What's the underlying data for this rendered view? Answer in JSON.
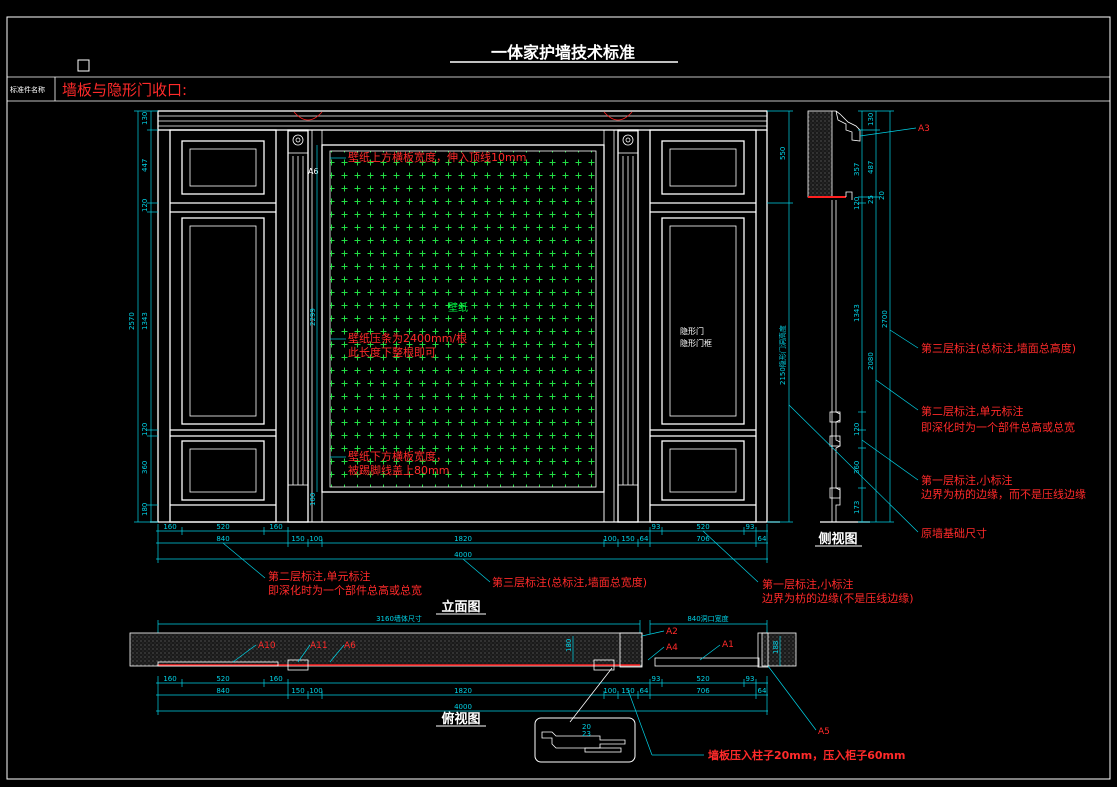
{
  "sheet": {
    "title": "一体家护墙技术标准",
    "row_label": "标准件名称",
    "section_title": "墙板与隐形门收口:"
  },
  "elevation": {
    "caption": "立面图",
    "wallpaper_label": "壁纸",
    "door_label_1": "隐形门",
    "door_label_2": "隐形门框",
    "marker_a6": "A6",
    "notes": [
      "壁纸上方横板宽度，伸入顶线10mm",
      "壁纸压条为2400mm/根",
      "此长度下整根即可",
      "壁纸下方横板宽度，",
      "被踢脚线盖上80mm"
    ],
    "left_dims": [
      "130",
      "447",
      "120",
      "1343",
      "120",
      "360",
      "180"
    ],
    "left_total": "2570",
    "right_dims": [
      "550",
      "2150隐形门洞高度"
    ],
    "inner_dim": "2299",
    "post_dim": "100",
    "bottom_row1": [
      "160",
      "520",
      "160",
      "93",
      "520",
      "93"
    ],
    "bottom_row2": [
      "840",
      "150",
      "100",
      "1820",
      "100",
      "150",
      "64",
      "706",
      "64"
    ],
    "bottom_total": "4000"
  },
  "side": {
    "caption": "侧视图",
    "marker": "A3",
    "dims_inner": [
      "357",
      "120",
      "1343",
      "120",
      "360",
      "173"
    ],
    "dims_outer": [
      "130",
      "487",
      "2080",
      "2700"
    ],
    "small_dims": [
      "25",
      "20"
    ]
  },
  "plan": {
    "caption": "俯视图",
    "top_left_dim": "3160墙体尺寸",
    "top_right_dim": "840洞口宽度",
    "markers": [
      "A10",
      "A11",
      "A6",
      "A2",
      "A4",
      "A1",
      "A5"
    ],
    "depth_dims": [
      "180",
      "188"
    ],
    "detail_dims": [
      "20",
      "23"
    ],
    "bottom_row1": [
      "160",
      "520",
      "160",
      "93",
      "520",
      "93"
    ],
    "bottom_row2": [
      "840",
      "150",
      "100",
      "1820",
      "100",
      "150",
      "64",
      "706",
      "64"
    ],
    "bottom_total": "4000"
  },
  "annotations": {
    "elev_layer2_a": "第二层标注,单元标注",
    "elev_layer2_b": "即深化时为一个部件总高或总宽",
    "elev_layer3": "第三层标注(总标注,墙面总宽度)",
    "elev_layer1_a": "第一层标注,小标注",
    "elev_layer1_b": "边界为枋的边缘(不是压线边缘)",
    "side_layer3": "第三层标注(总标注,墙面总高度)",
    "side_layer2_a": "第二层标注,单元标注",
    "side_layer2_b": "即深化时为一个部件总高或总宽",
    "side_layer1_a": "第一层标注,小标注",
    "side_layer1_b": "边界为枋的边缘，而不是压线边缘",
    "side_base": "原墙基础尺寸",
    "plan_note": "墙板压入柱子20mm，压入柜子60mm"
  }
}
